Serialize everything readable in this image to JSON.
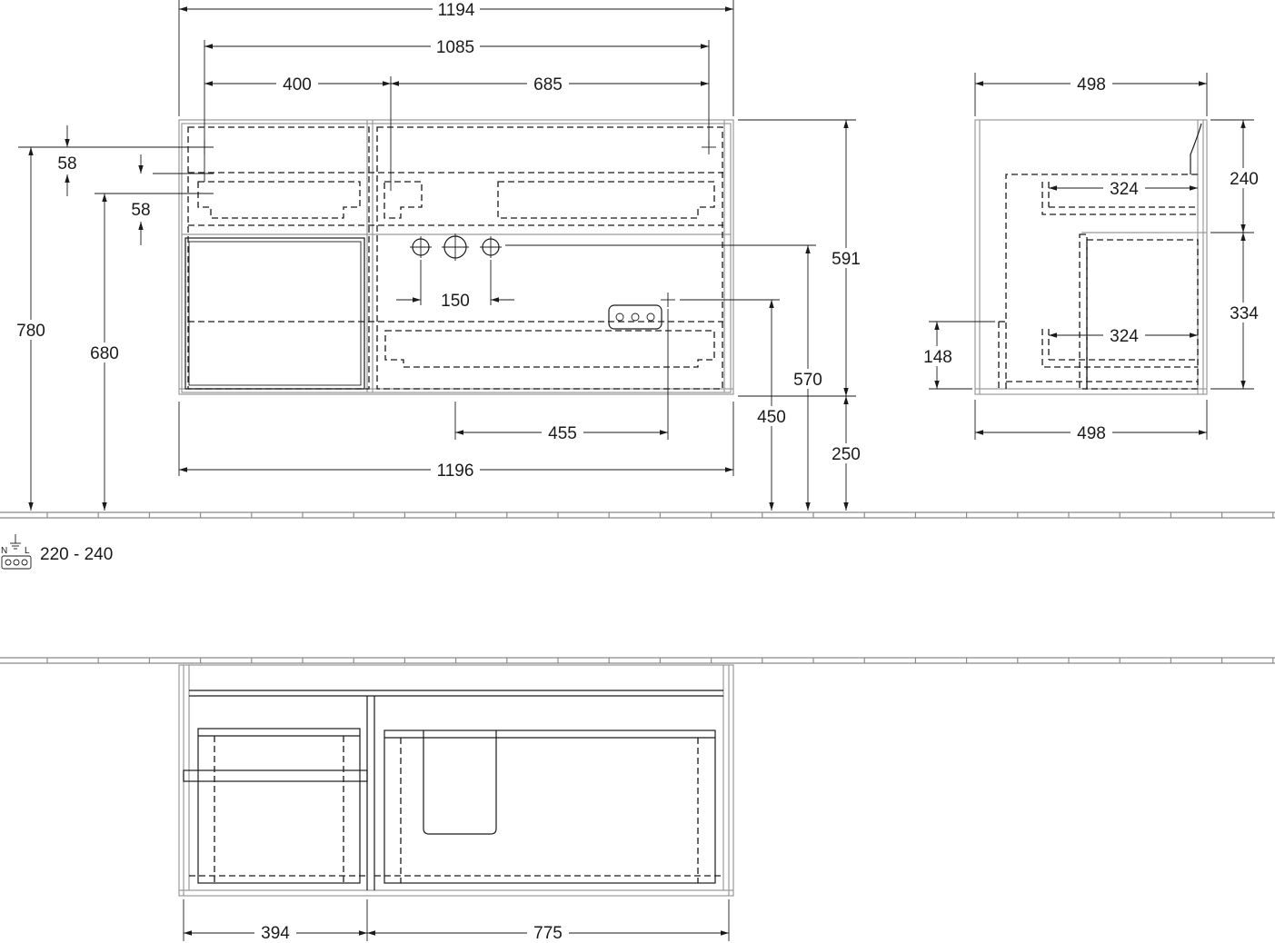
{
  "front_view": {
    "width_total": "1194",
    "width_inner": "1085",
    "width_left": "400",
    "width_right": "685",
    "offset_top_1": "58",
    "offset_top_2": "58",
    "height_cross": "780",
    "height_drawer": "680",
    "height_body": "591",
    "height_tap": "570",
    "height_socket": "450",
    "height_floor": "250",
    "spacing_tap": "150",
    "offset_socket": "455",
    "width_bottom": "1196"
  },
  "side_view": {
    "depth_top": "498",
    "depth_bottom": "498",
    "drawer_upper_depth": "324",
    "drawer_lower_depth": "324",
    "height_upper": "240",
    "height_lower": "334",
    "height_socket": "148"
  },
  "electrical": {
    "voltage": "220 - 240",
    "symbol_n": "N",
    "symbol_l": "L"
  },
  "top_view": {
    "width_left": "394",
    "width_right": "775"
  }
}
